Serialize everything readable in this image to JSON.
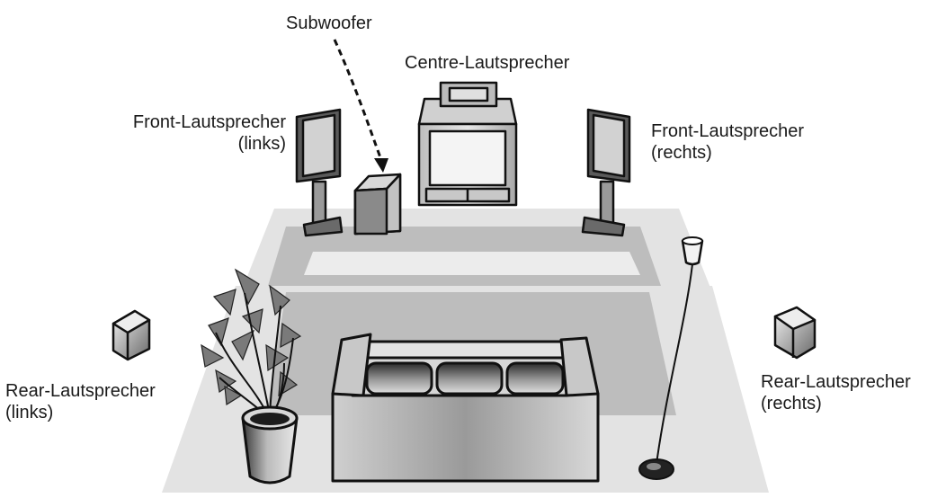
{
  "labels": {
    "subwoofer": "Subwoofer",
    "centre": "Centre-Lautsprecher",
    "front_left_line1": "Front-Lautsprecher",
    "front_left_line2": "(links)",
    "front_right_line1": "Front-Lautsprecher",
    "front_right_line2": "(rechts)",
    "rear_left_line1": "Rear-Lautsprecher",
    "rear_left_line2": "(links)",
    "rear_right_line1": "Rear-Lautsprecher",
    "rear_right_line2": "(rechts)"
  },
  "colors": {
    "floor_light": "#e3e3e3",
    "floor_dark": "#bdbdbd",
    "speaker_face": "#d2d2d2",
    "speaker_dark": "#3a3a3a",
    "leaves": "#7a7a7a",
    "outline": "#111111"
  }
}
